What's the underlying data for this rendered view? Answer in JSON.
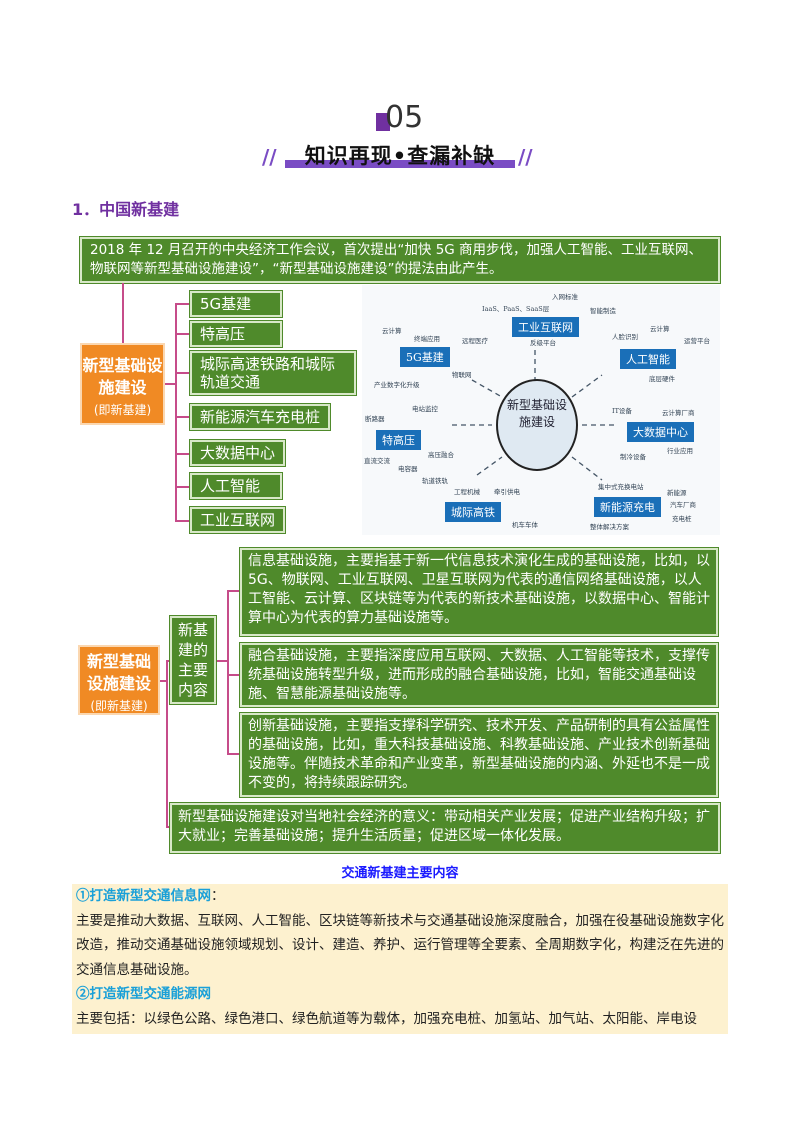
{
  "header": {
    "number": "05",
    "banner": "知识再现•查漏补缺"
  },
  "section_title": "1．中国新基建",
  "intro": "2018 年 12 月召开的中央经济工作会议，首次提出“加快 5G 商用步伐，加强人工智能、工业互联网、物联网等新型基础设施建设”，“新型基础设施建设”的提法由此产生。",
  "map1": {
    "root": "新型基础设施建设",
    "root_sub": "(即新基建)",
    "items": [
      "5G基建",
      "特高压",
      "城际高速铁路和城际轨道交通",
      "新能源汽车充电桩",
      "大数据中心",
      "人工智能",
      "工业互联网"
    ]
  },
  "diagram": {
    "center": "新型基础设施建设",
    "nodes": [
      {
        "label": "工业互联网",
        "tags": [
          "IaaS、PaaS、SaaS层",
          "入网标准",
          "智能制造",
          "反级平台"
        ]
      },
      {
        "label": "5G基建",
        "tags": [
          "云计算",
          "终端应用",
          "远程医疗",
          "物联网",
          "产业数字化升级"
        ]
      },
      {
        "label": "人工智能",
        "tags": [
          "人脸识别",
          "云计算",
          "运营平台",
          "底层硬件"
        ]
      },
      {
        "label": "特高压",
        "tags": [
          "电站监控",
          "断路器",
          "高压融合",
          "直流交流",
          "电容器"
        ]
      },
      {
        "label": "大数据中心",
        "tags": [
          "IT设备",
          "云计算厂商",
          "行业应用",
          "制冷设备"
        ]
      },
      {
        "label": "城际高铁",
        "tags": [
          "轨道铁轨",
          "工程机械",
          "牵引供电",
          "机车车体"
        ]
      },
      {
        "label": "新能源充电",
        "tags": [
          "集中式充换电站",
          "新能源",
          "汽车厂商",
          "充电桩",
          "整体解决方案"
        ]
      }
    ]
  },
  "map2": {
    "root": "新型基础设施建设",
    "root_sub": "(即新基建)",
    "middle": "新基建的主要内容",
    "items": [
      "信息基础设施，主要指基于新一代信息技术演化生成的基础设施，比如，以5G、物联网、工业互联网、卫星互联网为代表的通信网络基础设施，以人工智能、云计算、区块链等为代表的新技术基础设施，以数据中心、智能计算中心为代表的算力基础设施等。",
      "融合基础设施，主要指深度应用互联网、大数据、人工智能等技术，支撑传统基础设施转型升级，进而形成的融合基础设施，比如，智能交通基础设施、智慧能源基础设施等。",
      "创新基础设施，主要指支撑科学研究、技术开发、产品研制的具有公益属性的基础设施，比如，重大科技基础设施、科教基础设施、产业技术创新基础设施等。伴随技术革命和产业变革，新型基础设施的内涵、外延也不是一成不变的，将持续跟踪研究。"
    ],
    "significance": "新型基础设施建设对当地社会经济的意义：带动相关产业发展；促进产业结构升级；扩大就业；完善基础设施；提升生活质量；促进区域一体化发展。"
  },
  "transport": {
    "title": "交通新基建主要内容",
    "h1": "①打造新型交通信息网",
    "h1_colon": "：",
    "p1": "主要是推动大数据、互联网、人工智能、区块链等新技术与交通基础设施深度融合，加强在役基础设施数字化改造，推动交通基础设施领域规划、设计、建造、养护、运行管理等全要素、全周期数字化，构建泛在先进的交通信息基础设施。",
    "h2": "②打造新型交通能源网",
    "p2": "主要包括：以绿色公路、绿色港口、绿色航道等为载体，加强充电桩、加氢站、加气站、太阳能、岸电设"
  },
  "colors": {
    "green": "#4f8a2b",
    "orange": "#f08a24",
    "purple": "#7030a0",
    "connector": "#c64c8a",
    "highlight": "#fdf1cf",
    "link": "#1aa0d8"
  }
}
